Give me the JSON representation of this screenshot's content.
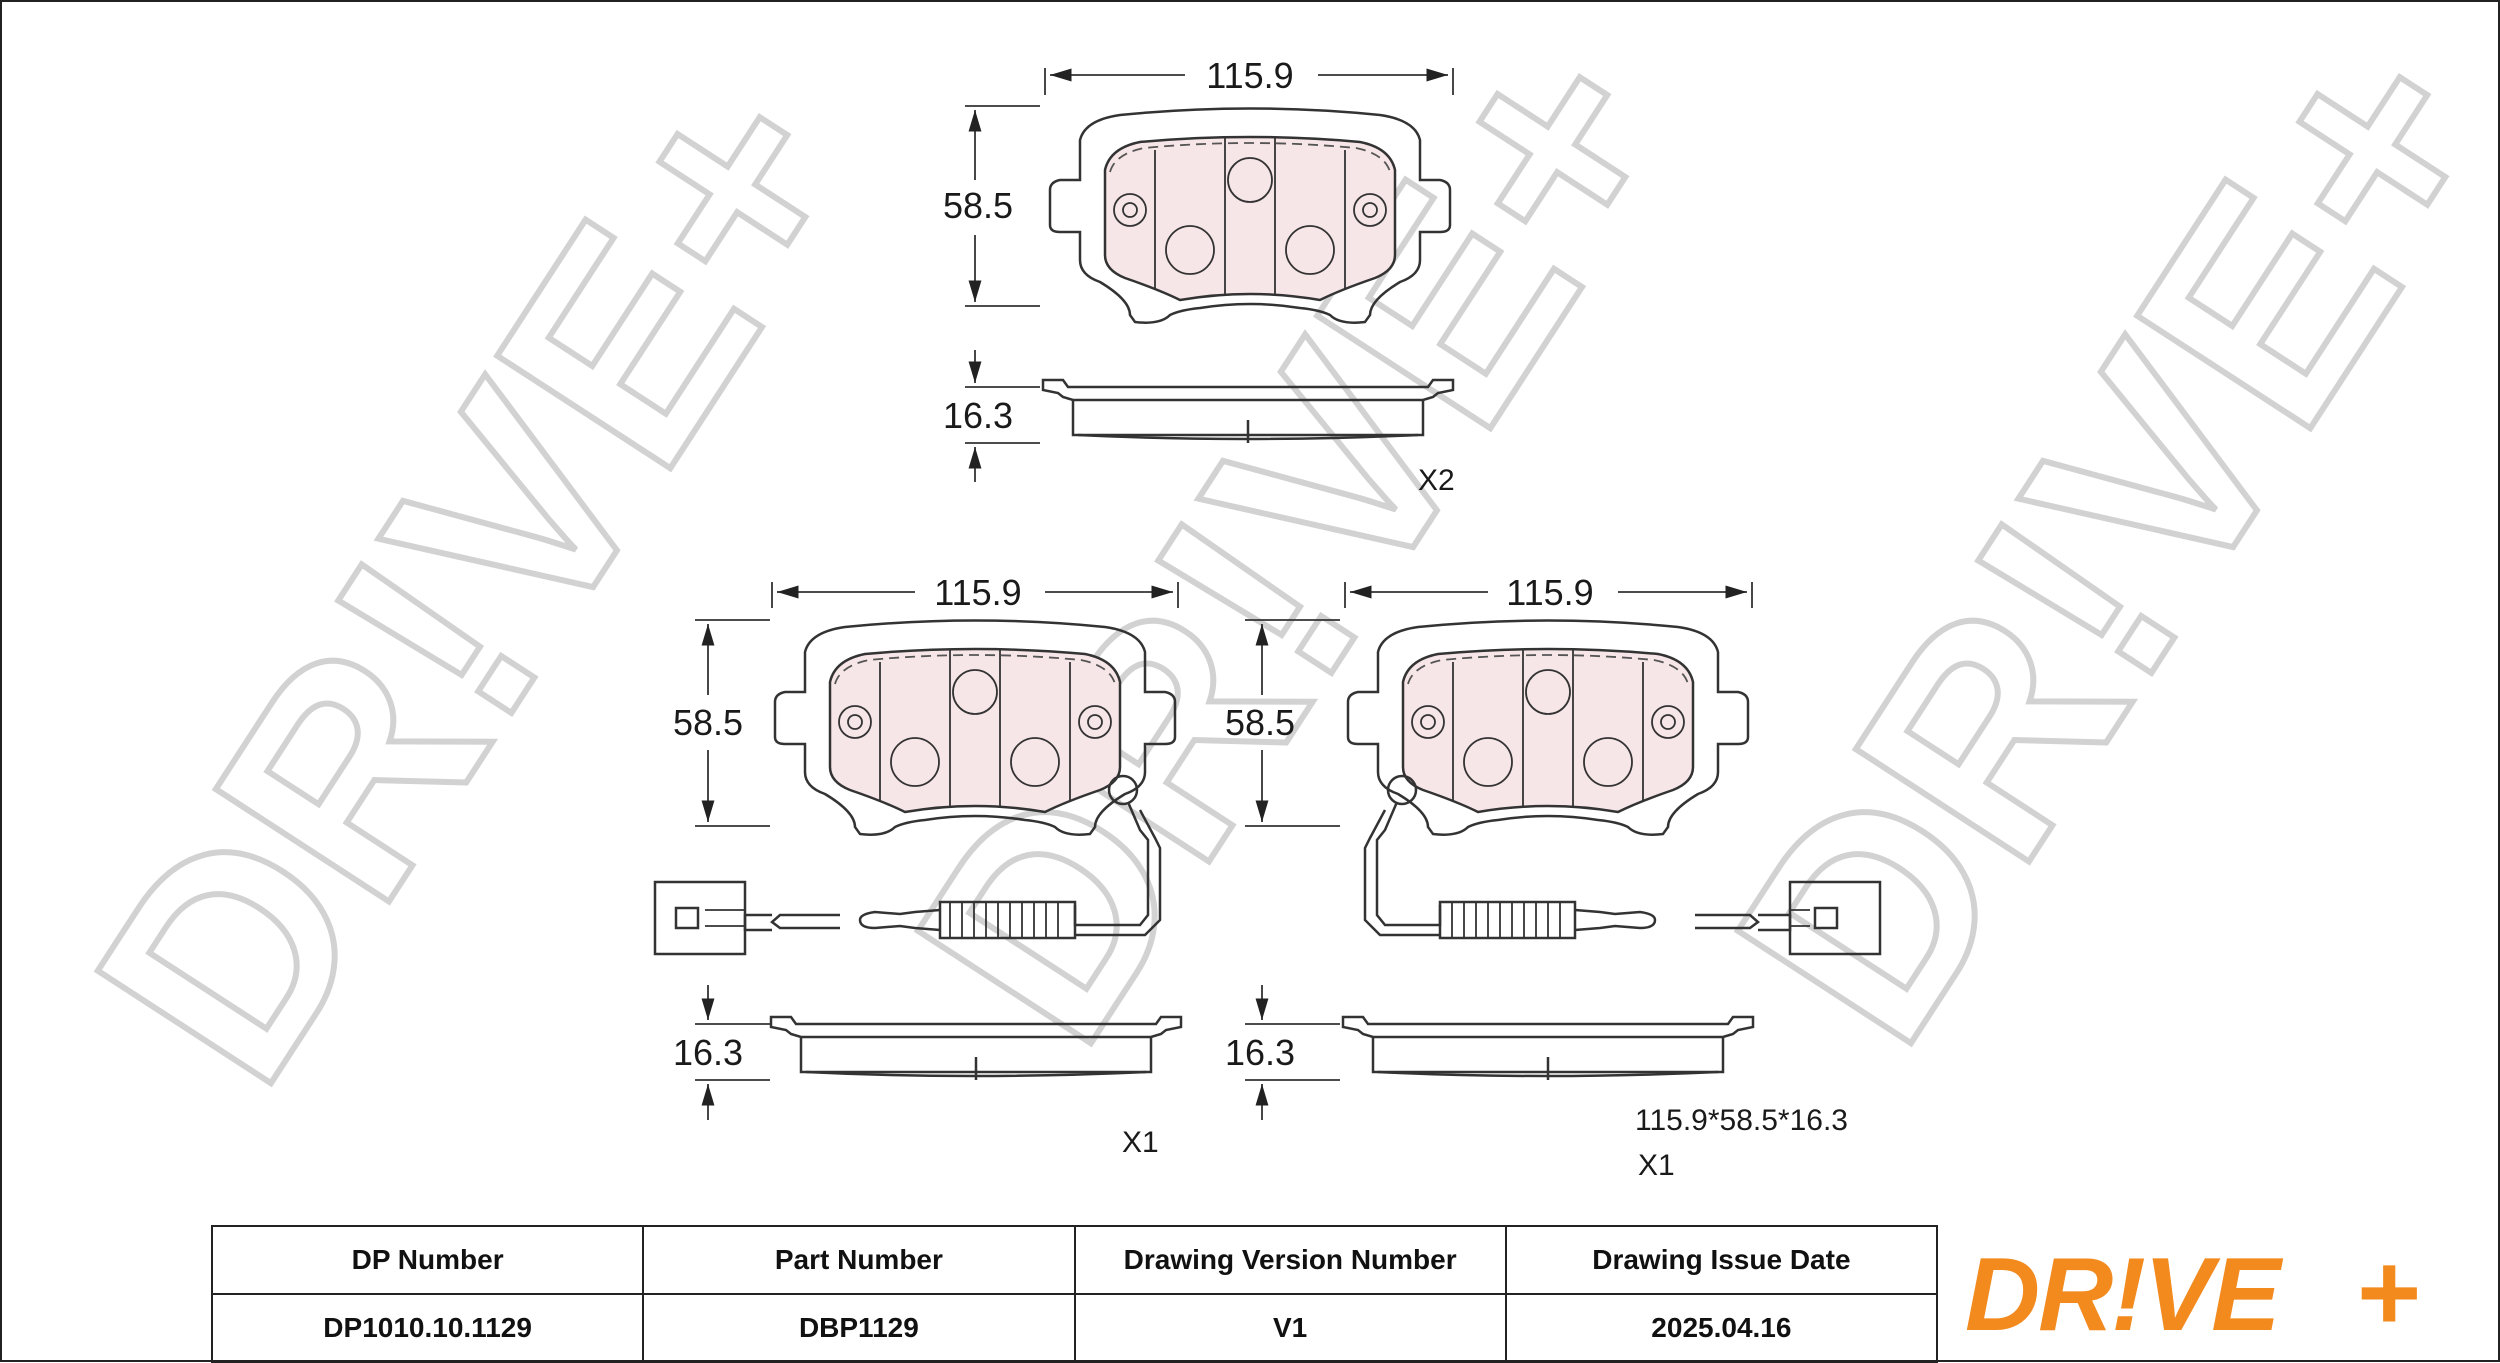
{
  "watermark": "DR!VE+",
  "dimensions": {
    "top_width": "115.9",
    "top_height": "58.5",
    "top_thickness": "16.3",
    "left_width": "115.9",
    "left_height": "58.5",
    "left_thickness": "16.3",
    "right_width": "115.9",
    "right_height": "58.5",
    "right_thickness": "16.3"
  },
  "quantities": {
    "top": "X2",
    "left": "X1",
    "right": "X1"
  },
  "size_summary": "115.9*58.5*16.3",
  "table": {
    "headers": [
      "DP Number",
      "Part Number",
      "Drawing Version Number",
      "Drawing Issue Date"
    ],
    "values": [
      "DP1010.10.1129",
      "DBP1129",
      "V1",
      "2025.04.16"
    ]
  },
  "logo": {
    "text_main": "DR!VE",
    "text_plus": "+",
    "color": "#f28a1e"
  }
}
